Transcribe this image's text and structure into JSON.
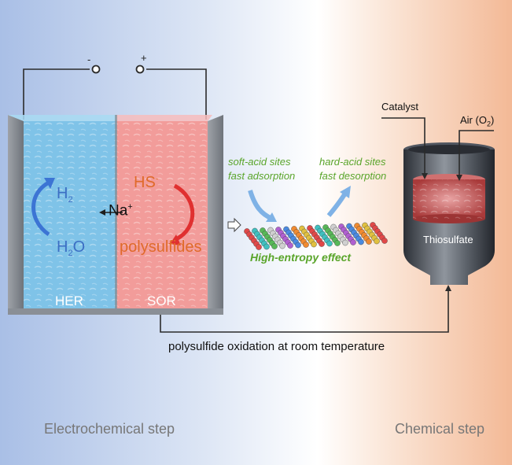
{
  "terminals": {
    "negative": "-",
    "positive": "+"
  },
  "cell": {
    "cathode_product": {
      "main": "H",
      "sub": "2"
    },
    "cathode_reactant": {
      "main": "H",
      "sub": "2",
      "tail": "O"
    },
    "ion": {
      "main": "Na",
      "sup": "+"
    },
    "anode_reactant": {
      "main": "HS",
      "sup": "-"
    },
    "anode_product": "polysulfides",
    "cathode_label": "HER",
    "anode_label": "SOR"
  },
  "catalyst_surface": {
    "left_site_line1": "soft-acid sites",
    "left_site_line2": "fast adsorption",
    "right_site_line1": "hard-acid sites",
    "right_site_line2": "fast desorption",
    "effect": "High-entropy effect"
  },
  "reactor": {
    "catalyst_label": "Catalyst",
    "air_label": {
      "main": "Air (O",
      "sub": "2",
      "tail": ")"
    },
    "product_label": "Thiosulfate"
  },
  "flow_label": "polysulfide oxidation at room temperature",
  "steps": {
    "left": "Electrochemical step",
    "right": "Chemical step"
  },
  "colors": {
    "cathode": "#7fc3e8",
    "anode": "#f29c9a",
    "text_blue": "#3c6fc4",
    "text_orange": "#e06a2a",
    "text_green": "#5aa52b",
    "step_text": "#777777"
  }
}
